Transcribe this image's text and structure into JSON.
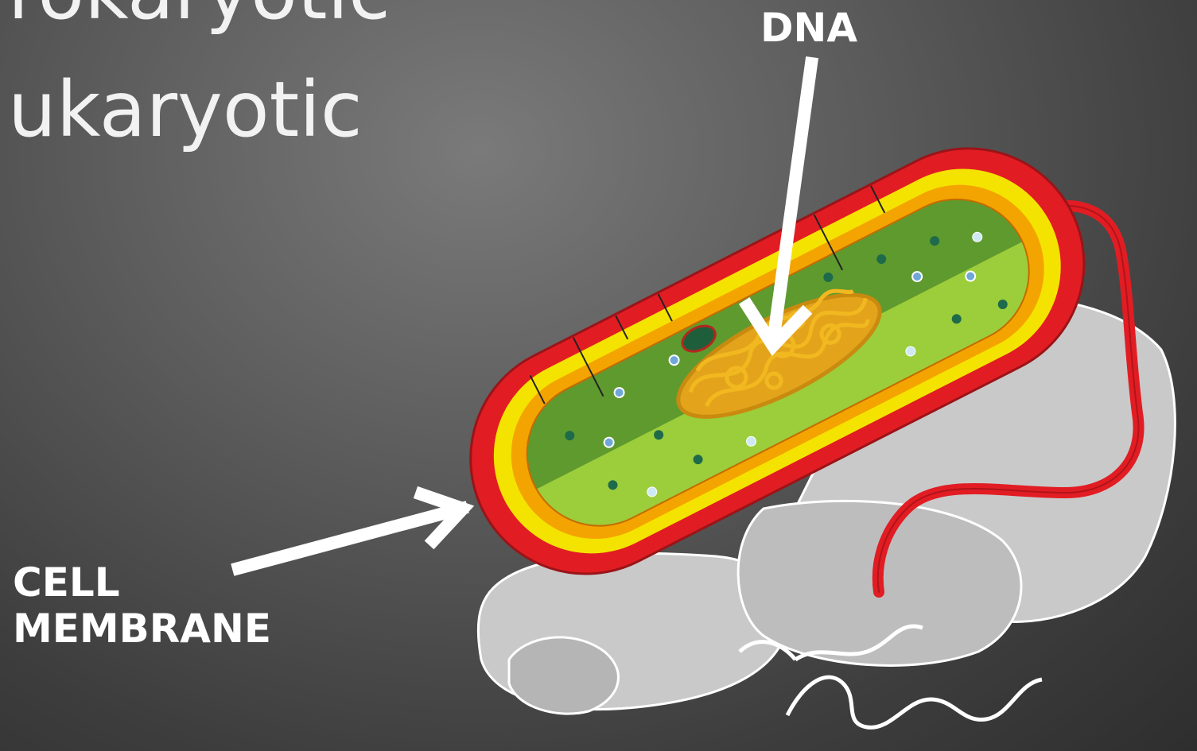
{
  "slide": {
    "title_partial_top": "rokaryotic",
    "title_partial": "ukaryotic"
  },
  "labels": {
    "dna": "DNA",
    "membrane_line1": "CELL",
    "membrane_line2": "MEMBRANE"
  },
  "colors": {
    "background": "#555555",
    "capsule": "#e11d23",
    "cell_wall": "#f4e300",
    "membrane": "#f4a400",
    "cytoplasm_dark": "#5e9a2e",
    "cytoplasm_light": "#9ccd3a",
    "dna": "#f2b820",
    "arrow": "#ffffff"
  },
  "icons": [
    "bacterium-illustration",
    "arrow-icon"
  ]
}
